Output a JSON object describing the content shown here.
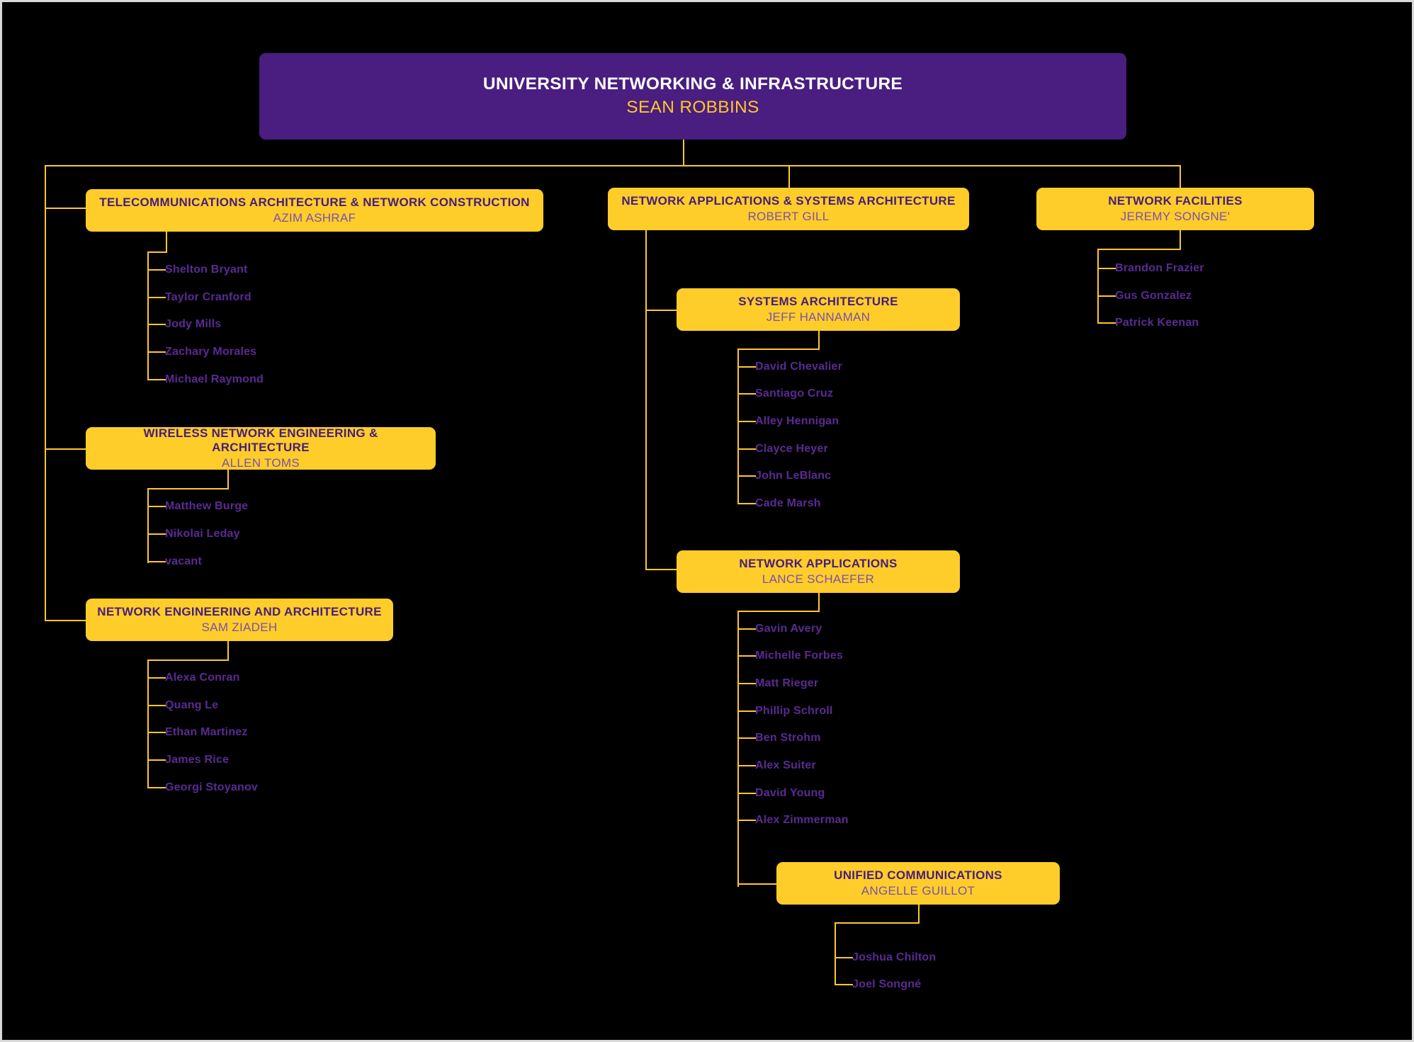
{
  "chart": {
    "type": "org-chart",
    "background_color": "#000000",
    "accent_line_color": "#ffc72c",
    "root_box_color": "#4a1d80",
    "unit_box_color": "#ffcd29",
    "unit_title_color": "#461d7c",
    "unit_person_color": "#7a50ae",
    "leaf_text_color": "#5a2a93"
  },
  "root": {
    "title": "UNIVERSITY NETWORKING & INFRASTRUCTURE",
    "person": "SEAN ROBBINS"
  },
  "divisions": [
    {
      "title": "TELECOMMUNICATIONS ARCHITECTURE & NETWORK CONSTRUCTION",
      "person": "AZIM ASHRAF",
      "staff": [
        "Shelton Bryant",
        "Taylor Cranford",
        "Jody Mills",
        "Zachary Morales",
        "Michael Raymond"
      ]
    },
    {
      "title": "WIRELESS NETWORK ENGINEERING & ARCHITECTURE",
      "person": "ALLEN TOMS",
      "staff": [
        "Matthew Burge",
        "Nikolai Leday",
        "vacant"
      ]
    },
    {
      "title": "NETWORK ENGINEERING AND ARCHITECTURE",
      "person": "SAM ZIADEH",
      "staff": [
        "Alexa Conran",
        "Quang Le",
        "Ethan Martinez",
        "James Rice",
        "Georgi Stoyanov"
      ]
    },
    {
      "title": "NETWORK APPLICATIONS & SYSTEMS ARCHITECTURE",
      "person": "ROBERT GILL",
      "staff": []
    },
    {
      "title": "SYSTEMS ARCHITECTURE",
      "person": "JEFF HANNAMAN",
      "staff": [
        "David Chevalier",
        "Santiago Cruz",
        "Alley Hennigan",
        "Clayce Heyer",
        "John LeBlanc",
        "Cade Marsh"
      ]
    },
    {
      "title": "NETWORK APPLICATIONS",
      "person": "LANCE SCHAEFER",
      "staff": [
        "Gavin Avery",
        "Michelle Forbes",
        "Matt Rieger",
        "Phillip Schroll",
        "Ben Strohm",
        "Alex Suiter",
        "David Young",
        "Alex Zimmerman"
      ]
    },
    {
      "title": "UNIFIED COMMUNICATIONS",
      "person": "ANGELLE GUILLOT",
      "staff": [
        "Joshua Chilton",
        "Joel Songné"
      ]
    },
    {
      "title": "NETWORK FACILITIES",
      "person": "JEREMY SONGNE'",
      "staff": [
        "Brandon Frazier",
        "Gus Gonzalez",
        "Patrick Keenan"
      ]
    }
  ]
}
